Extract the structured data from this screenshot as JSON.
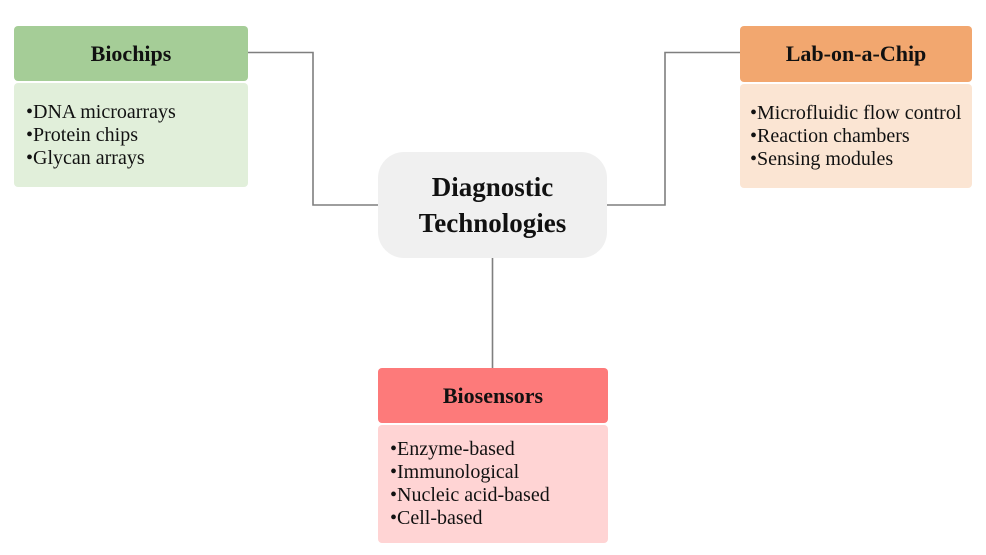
{
  "center_node": {
    "label": "Diagnostic Technologies",
    "bg_color": "#f0f0f0"
  },
  "branches": {
    "biochips": {
      "title": "Biochips",
      "header_color": "#a5cd97",
      "body_color": "#e1efda",
      "items": [
        "•DNA microarrays",
        "•Protein chips",
        "•Glycan arrays"
      ]
    },
    "lab_on_a_chip": {
      "title": "Lab-on-a-Chip",
      "header_color": "#f2a76f",
      "body_color": "#fbe5d3",
      "items": [
        "•Microfluidic flow control",
        "•Reaction chambers",
        "•Sensing modules"
      ]
    },
    "biosensors": {
      "title": "Biosensors",
      "header_color": "#fd7a7a",
      "body_color": "#ffd4d4",
      "items": [
        "•Enzyme-based",
        "•Immunological",
        "•Nucleic acid-based",
        "•Cell-based"
      ]
    }
  },
  "connector_color": "#7f7f7f",
  "text_color": "#111111",
  "background_color": "#ffffff"
}
